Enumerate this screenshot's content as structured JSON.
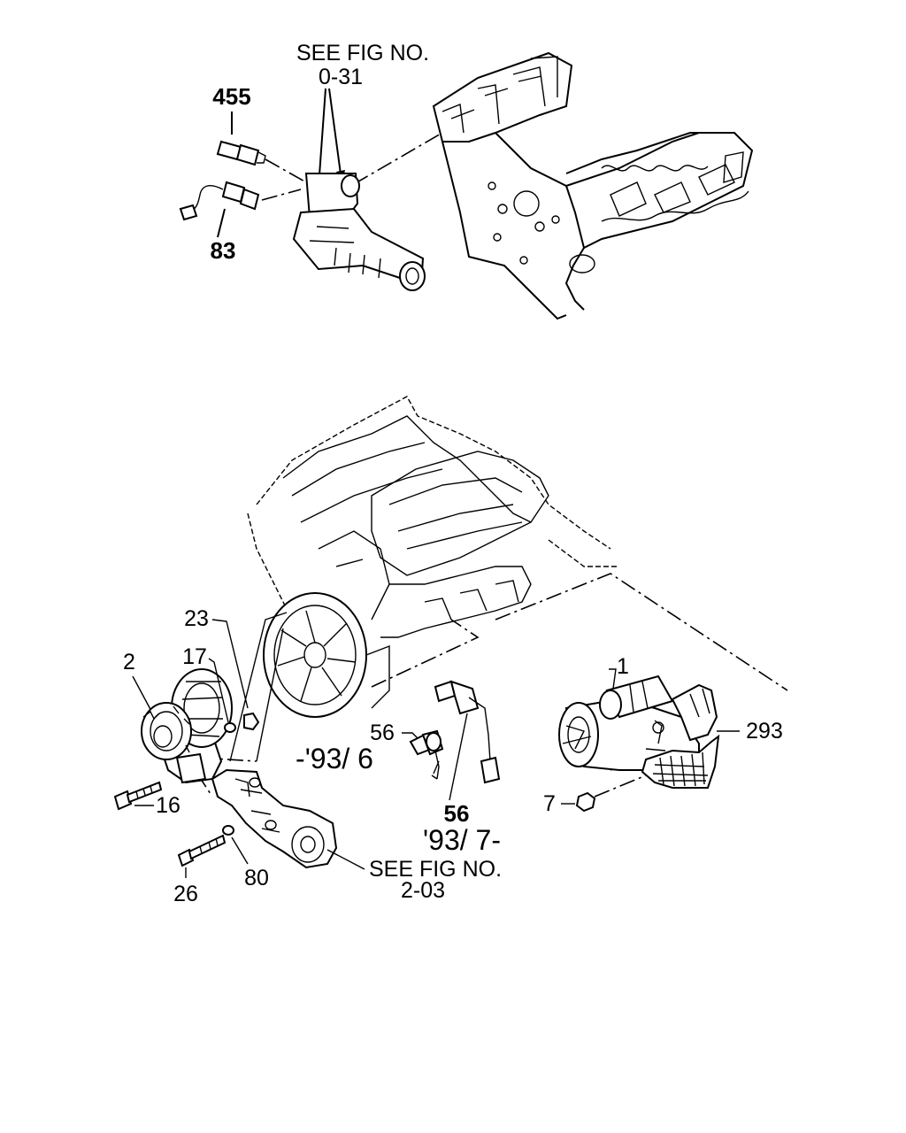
{
  "top_view": {
    "ref_line1": "SEE FIG NO.",
    "ref_line2": "0-31",
    "callouts": [
      "455",
      "83"
    ]
  },
  "bottom_view": {
    "ref_line1": "SEE FIG NO.",
    "ref_line2": "2-03",
    "callouts": [
      "23",
      "2",
      "17",
      "16",
      "26",
      "80",
      "56",
      "56",
      "1",
      "293",
      "7"
    ],
    "date_early": "-'93/ 6",
    "date_late": "'93/ 7-"
  }
}
